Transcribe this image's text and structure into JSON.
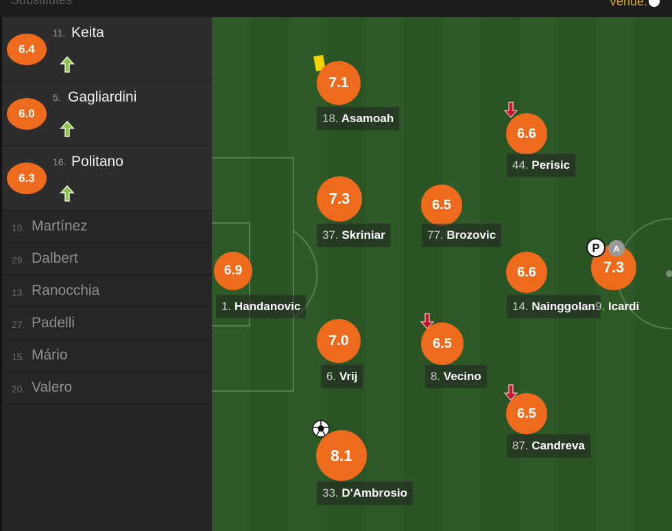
{
  "header": {
    "substitutes_title": "Substitutes",
    "venue_label": "Venue:"
  },
  "substitutes": [
    {
      "number": "11.",
      "name": "Keita",
      "rating": "6.4",
      "icon": "sub-in-arrow-icon"
    },
    {
      "number": "5.",
      "name": "Gagliardini",
      "rating": "6.0",
      "icon": "sub-in-arrow-icon"
    },
    {
      "number": "16.",
      "name": "Politano",
      "rating": "6.3",
      "icon": "sub-in-arrow-icon"
    }
  ],
  "bench": [
    {
      "number": "10.",
      "name": "Martínez"
    },
    {
      "number": "29.",
      "name": "Dalbert"
    },
    {
      "number": "13.",
      "name": "Ranocchia"
    },
    {
      "number": "27.",
      "name": "Padelli"
    },
    {
      "number": "15.",
      "name": "Mário"
    },
    {
      "number": "20.",
      "name": "Valero"
    }
  ],
  "players": {
    "handanovic": {
      "number": "1.",
      "name": "Handanovic",
      "rating": "6.9"
    },
    "asamoah": {
      "number": "18.",
      "name": "Asamoah",
      "rating": "7.1",
      "icon": "yellow-card-icon"
    },
    "skriniar": {
      "number": "37.",
      "name": "Skriniar",
      "rating": "7.3"
    },
    "vrij": {
      "number": "6.",
      "name": "Vrij",
      "rating": "7.0"
    },
    "dambrosio": {
      "number": "33.",
      "name": "D'Ambrosio",
      "rating": "8.1",
      "icon": "goal-ball-icon"
    },
    "brozovic": {
      "number": "77.",
      "name": "Brozovic",
      "rating": "6.5"
    },
    "vecino": {
      "number": "8.",
      "name": "Vecino",
      "rating": "6.5",
      "icon": "sub-out-arrow-icon"
    },
    "perisic": {
      "number": "44.",
      "name": "Perisic",
      "rating": "6.6",
      "icon": "sub-out-arrow-icon"
    },
    "nainggolan": {
      "number": "14.",
      "name": "Nainggolan",
      "rating": "6.6"
    },
    "candreva": {
      "number": "87.",
      "name": "Candreva",
      "rating": "6.5",
      "icon": "sub-out-arrow-icon"
    },
    "icardi": {
      "number": "9.",
      "name": "Icardi",
      "rating": "7.3",
      "icons": [
        "penalty-icon",
        "assist-icon"
      ],
      "assist_badge": "A",
      "penalty_badge": "P"
    }
  },
  "colors": {
    "rating_bg": "#ee6a1d",
    "pitch_dark": "#2a5424",
    "pitch_light": "#2d5a26",
    "sub_in": "#8bc34a",
    "sub_out": "#c0172d",
    "yellow_card": "#f4d200",
    "venue_text": "#d8a825"
  }
}
